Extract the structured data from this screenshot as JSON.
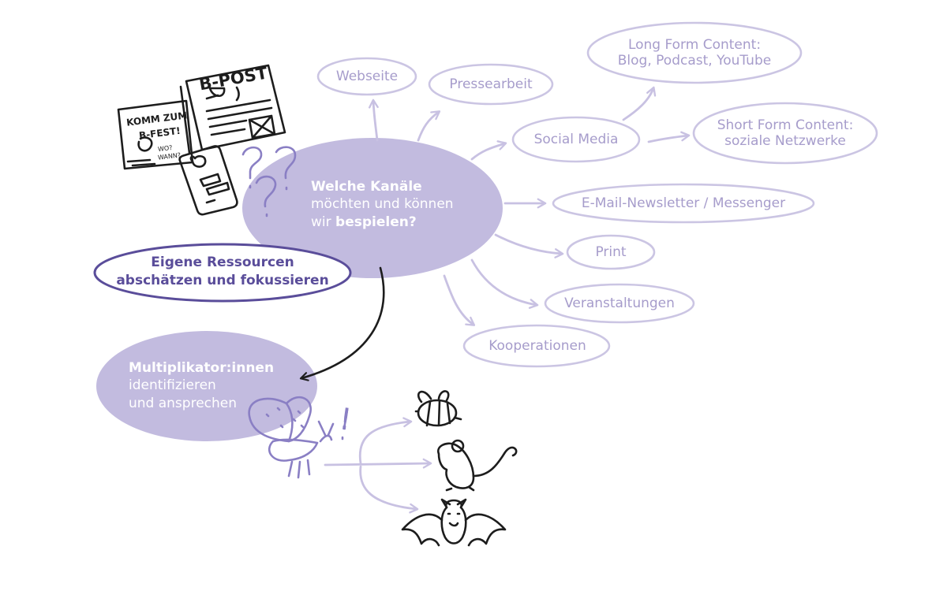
{
  "central": {
    "title": "Welche Kanäle",
    "line2": "möchten und können",
    "line3_prefix": "wir ",
    "line3_bold": "bespielen?"
  },
  "channels": {
    "webseite": "Webseite",
    "pressearbeit": "Pressearbeit",
    "long_form_title": "Long Form Content:",
    "long_form_items": "Blog, Podcast, YouTube",
    "social_media": "Social Media",
    "short_form_title": "Short Form Content:",
    "short_form_items": "soziale Netzwerke",
    "newsletter": "E-Mail-Newsletter / Messenger",
    "print": "Print",
    "veranstaltungen": "Veranstaltungen",
    "kooperationen": "Kooperationen"
  },
  "resources": {
    "line1": "Eigene Ressourcen",
    "line2": "abschätzen und fokussieren"
  },
  "multiplier": {
    "title": "Multiplikator:innen",
    "line2": "identifizieren",
    "line3": "und ansprechen"
  },
  "sketch": {
    "newspaper_header": "B-POST",
    "poster_line1": "KOMM ZUM",
    "poster_line2": "B-FEST!",
    "poster_small1": "WO?",
    "poster_small2": "WANN?",
    "exclamation": "!"
  },
  "icons": [
    "newspaper-icon",
    "poster-icon",
    "smartphone-icon",
    "question-marks-icon",
    "butterfly-icon",
    "bee-icon",
    "mouse-icon",
    "bat-icon"
  ],
  "colors": {
    "lavender": "#c2bbdf",
    "pale_text": "#a69ccb",
    "dark_purple": "#5a4d9a",
    "ink": "#1d1d1d"
  }
}
